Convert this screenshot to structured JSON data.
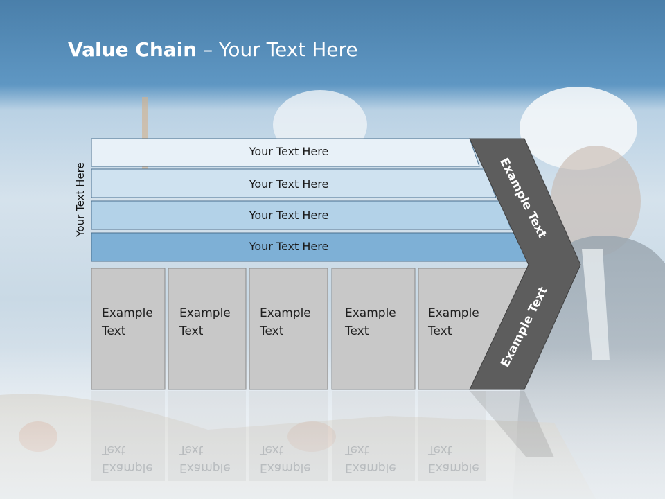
{
  "title": {
    "bold": "Value Chain",
    "rest": " – Your Text Here"
  },
  "side_label": "Your Text Here",
  "bars": [
    {
      "label": "Your Text Here",
      "color": "#e8f1f8"
    },
    {
      "label": "Your Text Here",
      "color": "#cfe2f0"
    },
    {
      "label": "Your Text Here",
      "color": "#b3d2e8"
    },
    {
      "label": "Your Text Here",
      "color": "#7eb0d6"
    }
  ],
  "boxes": [
    {
      "line1": "Example",
      "line2": "Text"
    },
    {
      "line1": "Example",
      "line2": "Text"
    },
    {
      "line1": "Example",
      "line2": "Text"
    },
    {
      "line1": "Example",
      "line2": "Text"
    },
    {
      "line1": "Example",
      "line2": "Text"
    }
  ],
  "chevron": {
    "upper": "Example Text",
    "lower": "Example Text",
    "color": "#5d5d5d"
  },
  "colors": {
    "box_fill": "#c8c8c8",
    "box_stroke": "#8a8a8a",
    "header": "#4a7faa"
  }
}
